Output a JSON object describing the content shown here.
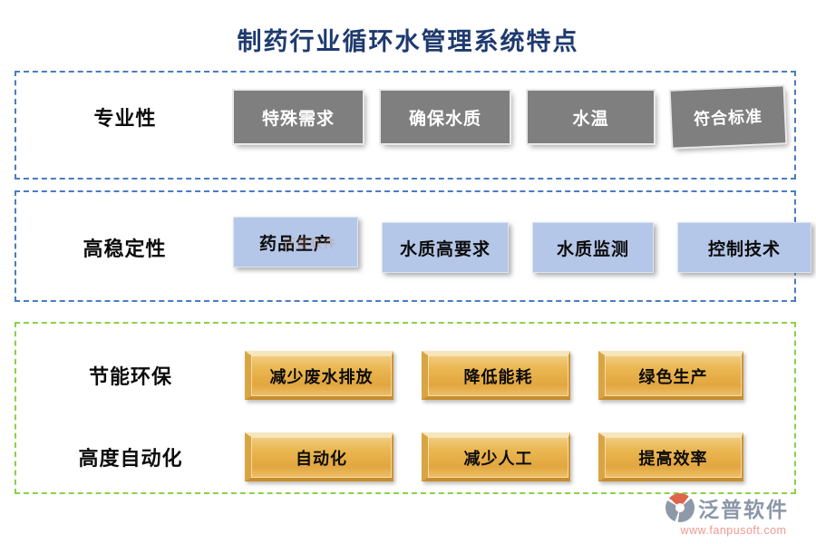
{
  "title": "制药行业循环水管理系统特点",
  "rows": [
    {
      "label": "专业性",
      "style": "gray",
      "items": [
        "特殊需求",
        "确保水质",
        "水温",
        "符合标准"
      ]
    },
    {
      "label": "高稳定性",
      "style": "blue",
      "items": [
        "药品生产",
        "水质高要求",
        "水质监测",
        "控制技术"
      ]
    },
    {
      "label": "节能环保",
      "style": "gold",
      "items": [
        "减少废水排放",
        "降低能耗",
        "绿色生产"
      ]
    },
    {
      "label": "高度自动化",
      "style": "gold",
      "items": [
        "自动化",
        "减少人工",
        "提高效率"
      ]
    }
  ],
  "watermark": "泛普软件",
  "footer": {
    "brand": "泛普软件",
    "url": "www.fanpusoft.com"
  },
  "colors": {
    "title_navy": "#1e3a6e",
    "blue_dash_border": "#4a7cc0",
    "green_dash_border": "#8bd04d",
    "gray_button": "#7f7f7f",
    "blue_button": "#b5c7e8",
    "gold_button": "#e8b04b",
    "brand_gray": "#8b97a8",
    "url_coral": "#f0998c"
  }
}
